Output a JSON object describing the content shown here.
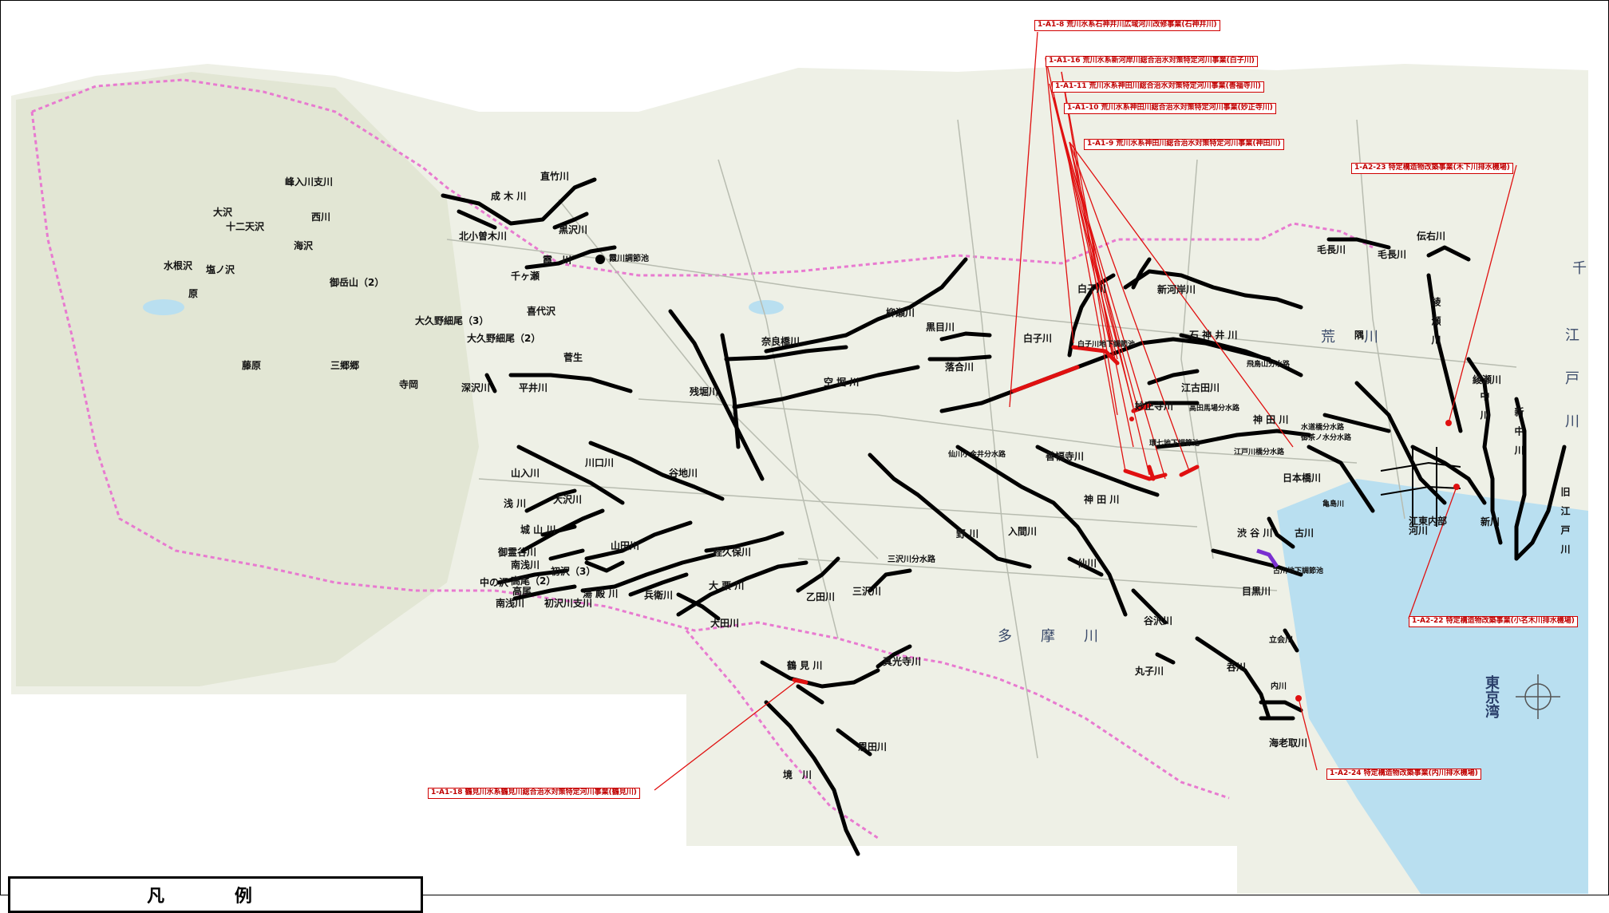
{
  "labels": {
    "naokawa": "直竹川",
    "narukigawa": "成 木 川",
    "kitaogisogawa": "北小曽木川",
    "kurosawagawa": "黒沢川",
    "kasumigawa": "霞　川",
    "kasumi_pond": "霞川調節池",
    "senbori": "千ヶ瀬",
    "mineirikawa": "峰入川支川",
    "osawa": "大沢",
    "juniten": "十二天沢",
    "nishikawa": "西川",
    "kaisawa": "海沢",
    "mizunesawa": "水根沢",
    "shionosawa": "塩ノ沢",
    "hara": "原",
    "mitakesan": "御岳山（2）",
    "kisaisawa": "喜代沢",
    "okuno3": "大久野細尾（3）",
    "okuno2": "大久野細尾（2）",
    "fujiwara": "藤原",
    "sandogo": "三郷郷",
    "tera": "寺岡",
    "sugao": "菅生",
    "fukazawa": "深沢川",
    "hirai": "平井川",
    "yanasegawa": "柳瀬川",
    "narahashi": "奈良橋川",
    "kurome": "黒目川",
    "ochiai": "落合川",
    "karabori": "空 堀 川",
    "zanbori": "残堀川",
    "yamairi": "山入川",
    "kawaguchi": "川口川",
    "yachi": "谷地川",
    "asakawa": "浅 川",
    "osawagawa": "大沢川",
    "shiroyama": "城 山 川",
    "goryodani": "御霊谷川",
    "minamiasa": "南浅川",
    "hatsuzawa3": "初沢（3）",
    "takao2": "高尾（2）",
    "takao": "高尾",
    "nakanosawa": "中の沢",
    "minamiasa2": "南浅川",
    "hatsuzawashi": "初沢川支川",
    "yamada": "山田川",
    "yudono": "湯 殿 川",
    "hyoe": "兵衛川",
    "hodokubo": "程久保川",
    "otsu": "大 栗 川",
    "ota": "大田川",
    "otsuda": "乙田川",
    "misawa": "三沢川",
    "misawabun": "三沢川分水路",
    "tsurumi": "鶴 見 川",
    "shinko": "真光寺川",
    "onda": "恩田川",
    "sakai": "境　川",
    "shirako1": "白子川",
    "shirako2": "白子川",
    "shirako_pond": "白子川地下調節池",
    "shingashi": "新河岸川",
    "shakujii": "石 神 井 川",
    "ishida": "飛鳥山分水路",
    "myosho": "妙正寺川",
    "egota": "江古田川",
    "takadanobaba": "高田馬場分水路",
    "kanda": "神 田 川",
    "suido": "水道橋分水路",
    "ochanomizu": "御茶ノ水分水路",
    "kannana": "環七地下調節池",
    "fukawa": "善福寺川",
    "koganei": "仙川小金井分水路",
    "edogawabashi": "江戸川橋分水路",
    "kandagawa2": "神 田 川",
    "nihonbashi": "日本橋川",
    "kamejima": "亀島川",
    "irima": "入間川",
    "nogawa": "野 川",
    "sengawa": "仙川",
    "shibuya": "渋 谷 川",
    "furukawa": "古川",
    "furukawa_pond": "古川地下調節池",
    "meguro": "目黒川",
    "tachiai": "立会川",
    "yazawa": "谷沢川",
    "marukogawa": "丸子川",
    "nomi": "呑川",
    "uchikawa": "内川",
    "ebitori": "海老取川",
    "kenaga1": "毛長川",
    "kenaga2": "毛長川",
    "denemon": "伝右川",
    "ayase": "綾　瀬　川",
    "ayase2": "綾瀬川",
    "arakawa_label": "荒　　川",
    "sumida": "隅",
    "nakagawa": "中　川",
    "shinnaka": "新　中　川",
    "koto": "江東内部河川",
    "shinkawa": "新川",
    "kyuedogawa": "旧　江　戸　川",
    "tama_label": "多　　摩　　川",
    "tokyowan": "東京湾",
    "edo": "江　　戸　　川",
    "chiba": "千"
  },
  "callouts": {
    "c1": "1-A1-8 荒川水系石神井川広域河川改修事業(石神井川)",
    "c2": "1-A1-16 荒川水系新河岸川総合治水対策特定河川事業(白子川)",
    "c3": "1-A1-11 荒川水系神田川総合治水対策特定河川事業(善福寺川)",
    "c4": "1-A1-10 荒川水系神田川総合治水対策特定河川事業(妙正寺川)",
    "c5": "1-A1-9 荒川水系神田川総合治水対策特定河川事業(神田川)",
    "c6": "1-A2-23 特定構造物改築事業(木下川排水機場)",
    "c7": "1-A2-22 特定構造物改築事業(小名木川排水機場)",
    "c8": "1-A2-24 特定構造物改築事業(内川排水機場)",
    "c9": "1-A1-18 鶴見川水系鶴見川総合治水対策特定河川事業(鶴見川)"
  },
  "legend": {
    "title": "凡 例"
  },
  "colors": {
    "land": "#eef0e6",
    "water": "#b9dff0",
    "river": "#000000",
    "project": "#e01010",
    "boundary": "#e87ad0",
    "purple": "#7a2fd0"
  }
}
